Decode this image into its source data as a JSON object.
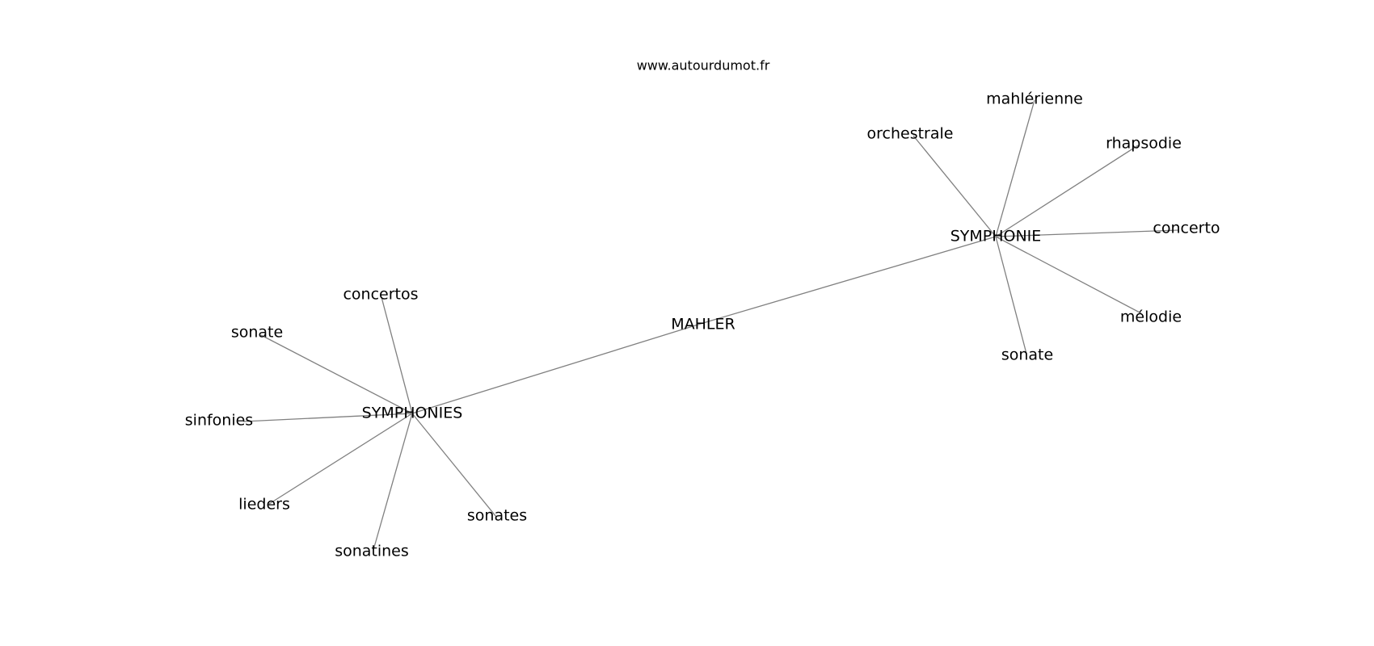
{
  "site": "www.autourdumot.fr",
  "center": "MAHLER",
  "hubs": {
    "right": {
      "label": "SYMPHONIE",
      "neighbors": [
        "orchestrale",
        "mahlérienne",
        "rhapsodie",
        "concerto",
        "mélodie",
        "sonate"
      ]
    },
    "left": {
      "label": "SYMPHONIES",
      "neighbors": [
        "concertos",
        "sonate",
        "sinfonies",
        "lieders",
        "sonatines",
        "sonates"
      ]
    }
  },
  "colors": {
    "edge": "#808080",
    "text": "#000000",
    "background": "#ffffff"
  }
}
